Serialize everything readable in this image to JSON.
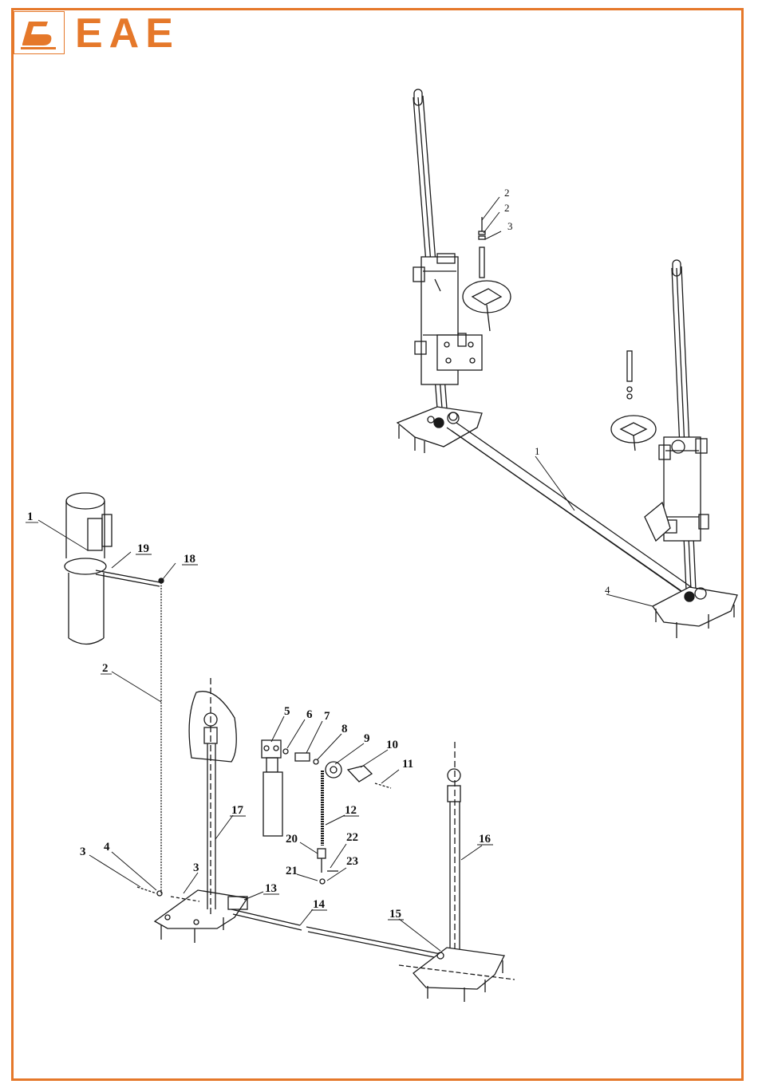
{
  "brand": {
    "name": "EAE",
    "accent": "#e5782a",
    "logo_icon": "eae-logo-icon"
  },
  "drawing": {
    "line_color": "#1a1a1a",
    "labels": [
      {
        "id": "r-2a",
        "text": "2"
      },
      {
        "id": "r-2b",
        "text": "2"
      },
      {
        "id": "r-3a",
        "text": "3"
      },
      {
        "id": "r-1",
        "text": "1"
      },
      {
        "id": "r-4",
        "text": "4"
      },
      {
        "id": "l-1",
        "text": "1"
      },
      {
        "id": "l-19",
        "text": "19"
      },
      {
        "id": "l-18",
        "text": "18"
      },
      {
        "id": "l-2",
        "text": "2"
      },
      {
        "id": "l-5",
        "text": "5"
      },
      {
        "id": "l-6",
        "text": "6"
      },
      {
        "id": "l-7",
        "text": "7"
      },
      {
        "id": "l-8",
        "text": "8"
      },
      {
        "id": "l-9",
        "text": "9"
      },
      {
        "id": "l-10",
        "text": "10"
      },
      {
        "id": "l-11",
        "text": "11"
      },
      {
        "id": "l-17",
        "text": "17"
      },
      {
        "id": "l-12",
        "text": "12"
      },
      {
        "id": "l-20",
        "text": "20"
      },
      {
        "id": "l-22",
        "text": "22"
      },
      {
        "id": "l-16",
        "text": "16"
      },
      {
        "id": "l-3a",
        "text": "3"
      },
      {
        "id": "l-4",
        "text": "4"
      },
      {
        "id": "l-3b",
        "text": "3"
      },
      {
        "id": "l-21",
        "text": "21"
      },
      {
        "id": "l-23",
        "text": "23"
      },
      {
        "id": "l-13",
        "text": "13"
      },
      {
        "id": "l-14",
        "text": "14"
      },
      {
        "id": "l-15",
        "text": "15"
      }
    ]
  }
}
